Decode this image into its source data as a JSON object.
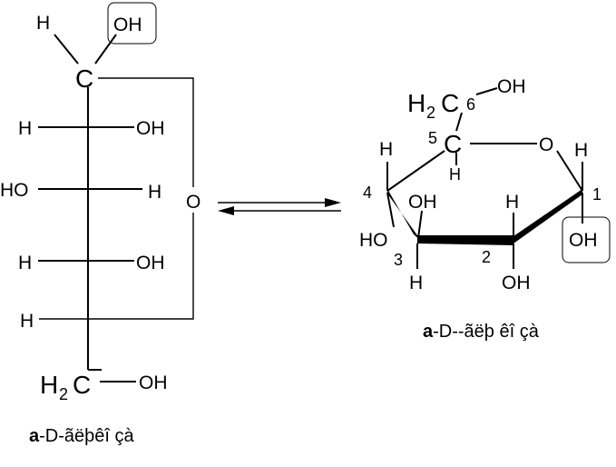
{
  "open_chain": {
    "labels": {
      "c1_h": "H",
      "c1_oh": "OH",
      "c1_c": "C",
      "c2_h": "H",
      "c2_oh": "OH",
      "c3_ho": "HO",
      "c3_h": "H",
      "c4_h": "H",
      "c4_oh": "OH",
      "c5_h": "H",
      "c6_h2": "H",
      "c6_sub": "2",
      "c6_c": "C",
      "c6_oh": "OH",
      "ring_o": "O"
    },
    "caption_a": "a",
    "caption_rest": "-D-ãëþêî çà"
  },
  "ring": {
    "labels": {
      "c6_h2": "H",
      "c6_sub": "2",
      "c6_c": "C",
      "c6_num": "6",
      "c6_oh": "OH",
      "c5_num": "5",
      "c5_c": "C",
      "c5_h": "H",
      "ring_o": "O",
      "c1_h": "H",
      "c1_num": "1",
      "c1_oh": "OH",
      "c4_h": "H",
      "c4_num": "4",
      "c4_ho": "HO",
      "c3_oh": "OH",
      "c3_num": "3",
      "c3_h": "H",
      "c2_h": "H",
      "c2_num": "2",
      "c2_oh": "OH"
    },
    "caption_a": "a",
    "caption_rest": "-D--ãëþ êî çà"
  }
}
